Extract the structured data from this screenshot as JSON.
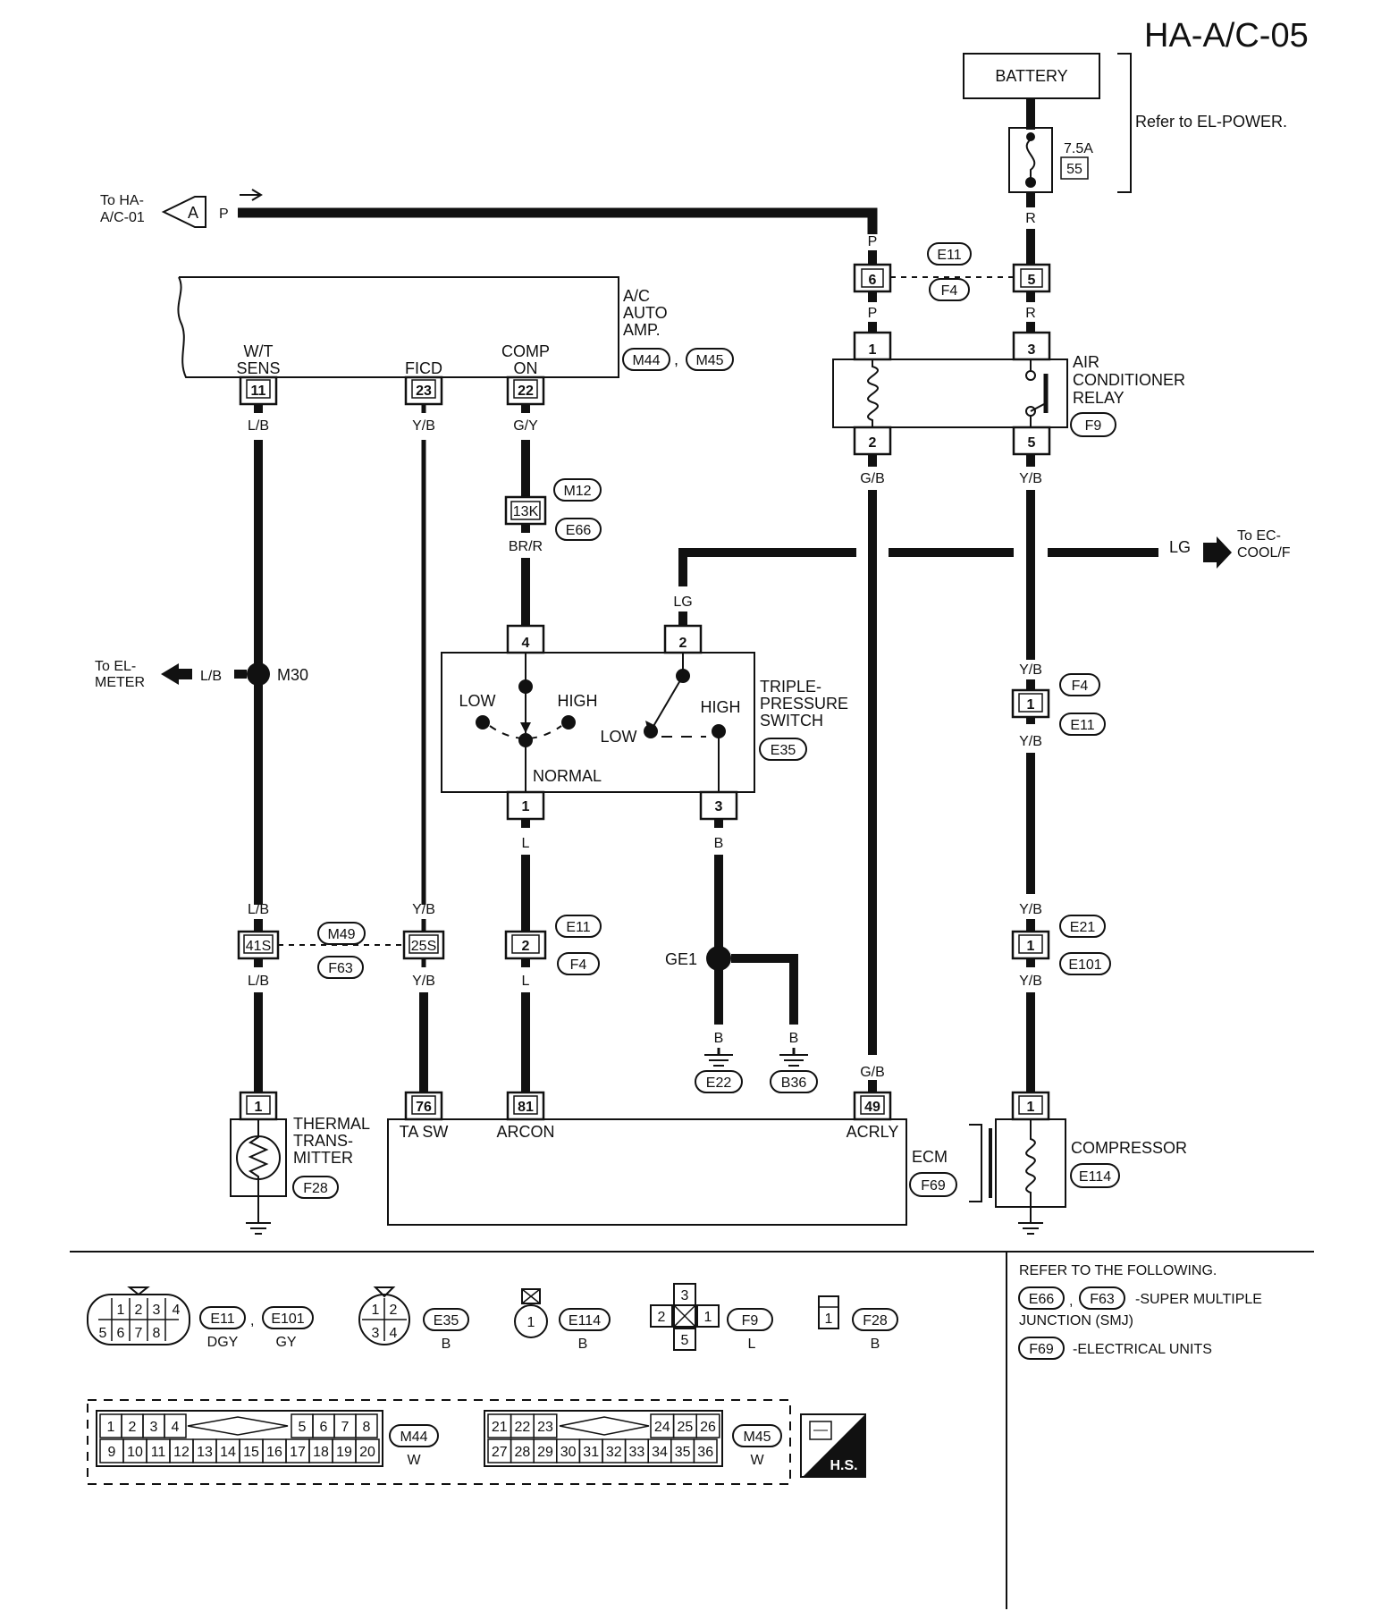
{
  "page_code": "HA-A/C-05",
  "battery": {
    "label": "BATTERY",
    "note": "Refer to EL-POWER.",
    "fuse_rating": "7.5A",
    "fuse_number": "55"
  },
  "refs": {
    "to_ha_ac01": [
      "To HA-",
      "A/C-01"
    ],
    "a_letter": "A",
    "to_el_meter": [
      "To EL-",
      "METER"
    ],
    "to_ec_coolf": [
      "To EC-",
      "COOL/F"
    ]
  },
  "amp": {
    "name": [
      "A/C",
      "AUTO",
      "AMP."
    ],
    "codes": [
      "M44",
      "M45"
    ],
    "pins": [
      {
        "label": [
          "W/T",
          "SENS"
        ],
        "pin": "11",
        "wire": "L/B"
      },
      {
        "label": [
          "FICD"
        ],
        "pin": "23",
        "wire": "Y/B"
      },
      {
        "label": [
          "COMP",
          "ON"
        ],
        "pin": "22",
        "wire": "G/Y"
      }
    ]
  },
  "relay": {
    "name": [
      "AIR",
      "CONDITIONER",
      "RELAY"
    ],
    "code": "F9",
    "pins": {
      "p1": "1",
      "p2": "2",
      "p3": "3",
      "p5": "5"
    }
  },
  "e11_f4_top": {
    "codes": [
      "E11",
      "F4"
    ],
    "pin_left": "6",
    "pin_right": "5"
  },
  "comp_conn": {
    "codes": [
      "M12",
      "E66"
    ],
    "pin": "13K",
    "wire_out": "BR/R"
  },
  "switch": {
    "name": [
      "TRIPLE-",
      "PRESSURE",
      "SWITCH"
    ],
    "code": "E35",
    "pins": {
      "p4": "4",
      "p2": "2",
      "p1": "1",
      "p3": "3"
    },
    "words": {
      "low_left": "LOW",
      "high_left": "HIGH",
      "normal": "NORMAL",
      "low_right": "LOW",
      "high_right": "HIGH"
    }
  },
  "splice_m30": "M30",
  "ground_ge1": "GE1",
  "wires": {
    "P": "P",
    "R": "R",
    "LB": "L/B",
    "YB": "Y/B",
    "GY": "G/Y",
    "BRR": "BR/R",
    "LG": "LG",
    "L": "L",
    "B": "B",
    "GB": "G/B"
  },
  "mid_conns": {
    "m49_f63": {
      "codes": [
        "M49",
        "F63"
      ],
      "pin_a": "41S",
      "pin_b": "25S"
    },
    "e11_f4": {
      "codes": [
        "E11",
        "F4"
      ],
      "pin": "2"
    },
    "f4_e11": {
      "codes": [
        "F4",
        "E11"
      ],
      "pin": "1"
    },
    "e21_e101": {
      "codes": [
        "E21",
        "E101"
      ],
      "pin": "1"
    }
  },
  "grounds": [
    "E22",
    "B36"
  ],
  "thermal": {
    "name": [
      "THERMAL",
      "TRANS-",
      "MITTER"
    ],
    "code": "F28",
    "pin": "1"
  },
  "ecm": {
    "name": "ECM",
    "code": "F69",
    "pins": [
      {
        "pin": "76",
        "label": "TA SW"
      },
      {
        "pin": "81",
        "label": "ARCON"
      },
      {
        "pin": "49",
        "label": "ACRLY"
      }
    ]
  },
  "compressor": {
    "name": "COMPRESSOR",
    "code": "E114",
    "pin": "1"
  },
  "legend": {
    "c8": {
      "cells": [
        "1",
        "2",
        "3",
        "4",
        "5",
        "6",
        "7",
        "8"
      ],
      "codes": [
        "E11",
        "E101"
      ],
      "colors": [
        "DGY",
        "GY"
      ]
    },
    "c4": {
      "cells": [
        "1",
        "2",
        "3",
        "4"
      ],
      "code": "E35",
      "color": "B"
    },
    "c1": {
      "cell": "1",
      "code": "E114",
      "color": "B"
    },
    "cross": {
      "cells": [
        "3",
        "2",
        "1",
        "5"
      ],
      "code": "F9",
      "color": "L"
    },
    "single": {
      "cell": "1",
      "code": "F28",
      "color": "B"
    },
    "m44": {
      "top": [
        "1",
        "2",
        "3",
        "4",
        "5",
        "6",
        "7",
        "8"
      ],
      "bottom": [
        "9",
        "10",
        "11",
        "12",
        "13",
        "14",
        "15",
        "16",
        "17",
        "18",
        "19",
        "20"
      ],
      "code": "M44",
      "color": "W"
    },
    "m45": {
      "top": [
        "21",
        "22",
        "23",
        "24",
        "25",
        "26"
      ],
      "bottom": [
        "27",
        "28",
        "29",
        "30",
        "31",
        "32",
        "33",
        "34",
        "35",
        "36"
      ],
      "code": "M45",
      "color": "W"
    },
    "hs": "H.S."
  },
  "refer": {
    "title": "REFER TO THE FOLLOWING.",
    "smj_codes": [
      "E66",
      "F63"
    ],
    "smj_text": [
      "-SUPER MULTIPLE",
      "JUNCTION (SMJ)"
    ],
    "eu_code": "F69",
    "eu_text": "-ELECTRICAL UNITS"
  }
}
